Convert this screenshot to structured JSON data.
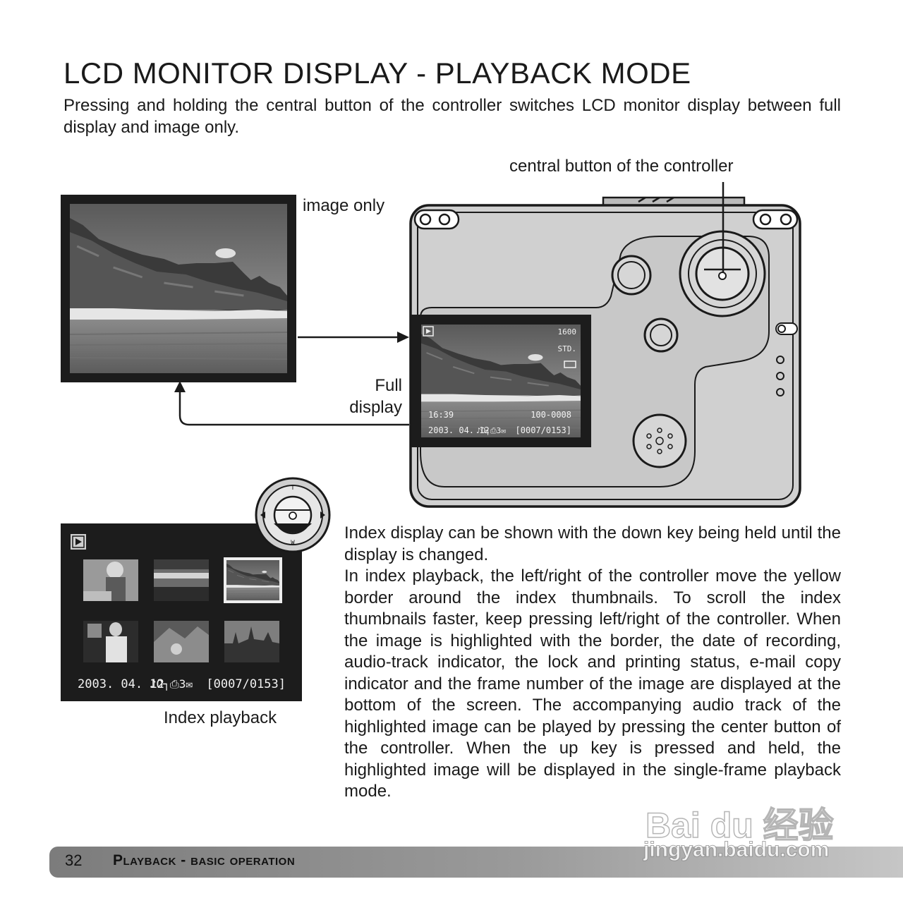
{
  "page": {
    "title": "LCD MONITOR DISPLAY - PLAYBACK MODE",
    "intro": "Pressing and holding the central button of the controller switches LCD monitor display between full display and image only."
  },
  "diagram": {
    "central_button_label": "central button of the controller",
    "image_only_label": "image only",
    "full_display_label_line1": "Full",
    "full_display_label_line2": "display",
    "index_playback_label": "Index playback"
  },
  "lcd_overlay": {
    "iso": "1600",
    "quality": "STD.",
    "time": "16:39",
    "file_number": "100-0008",
    "date": "2003. 04. 12",
    "status_icons": "♪O┐⎙3✉",
    "frame_counter": "[0007/0153]"
  },
  "index_overlay": {
    "date": "2003. 04. 12",
    "status_icons": "♪O┐⎙3✉",
    "frame_counter": "[0007/0153]"
  },
  "controller_marks": {
    "top": "T",
    "bottom": "W"
  },
  "body": {
    "paragraph1": "Index display can be shown with the down key being held until the display is changed.",
    "paragraph2": "In index playback, the left/right of the controller move the yellow border around the index thumbnails. To scroll the index thumbnails faster, keep pressing left/right of the controller. When the image is highlighted with the border, the date of recording, audio-track indicator, the lock and printing status, e-mail copy indicator and the frame number of the image are displayed at the bottom of the screen. The accompanying audio track of the highlighted image can be played by pressing the center button of the controller. When the up key is pressed and held, the highlighted image will be displayed in the single-frame playback mode."
  },
  "footer": {
    "page_number": "32",
    "section_title": "Playback - basic operation"
  },
  "watermark": {
    "logo": "Bai du 经验",
    "url": "jingyan.baidu.com"
  }
}
